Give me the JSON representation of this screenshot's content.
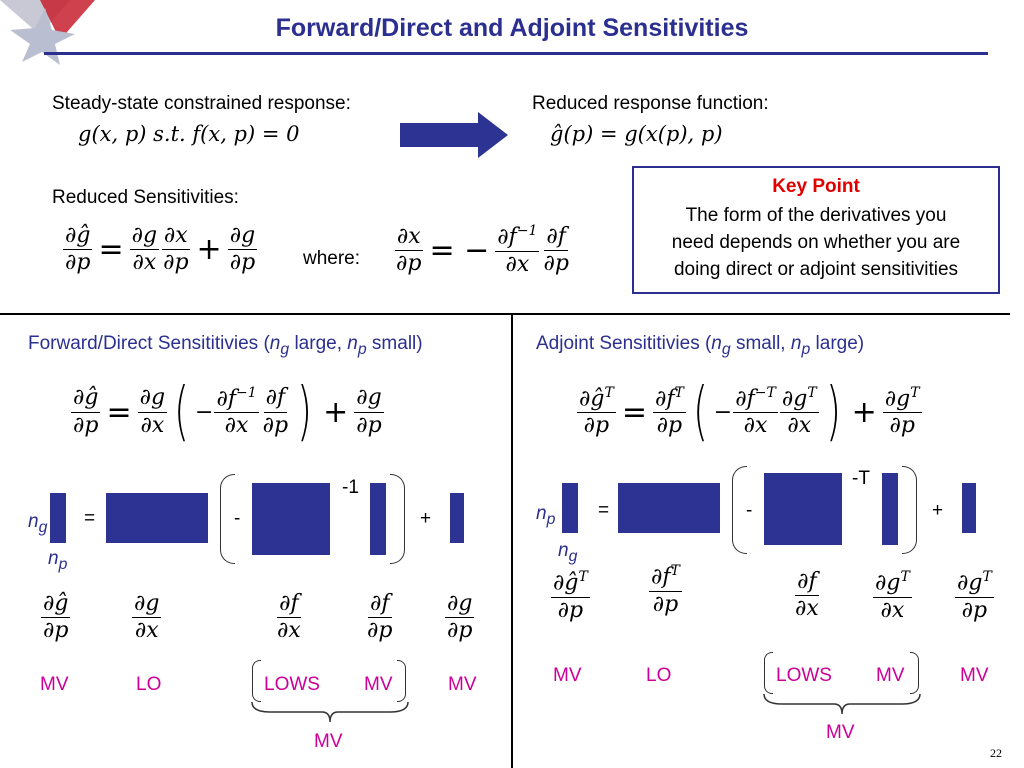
{
  "title": "Forward/Direct and Adjoint Sensitivities",
  "top": {
    "left_label": "Steady-state constrained response:",
    "left_formula": "g(x, p) s.t. f(x, p) = 0",
    "right_label": "Reduced response function:",
    "right_formula": "ĝ(p) = g(x(p), p)",
    "reduced_label": "Reduced Sensitivities:",
    "where_label": "where:"
  },
  "key_point": {
    "title": "Key Point",
    "lines": [
      "The form of the derivatives you",
      "need depends on whether you are",
      "doing direct or adjoint sensitivities"
    ]
  },
  "forward": {
    "heading_prefix": "Forward/Direct Sensititivies (",
    "ng": "n",
    "ng_sub": "g",
    "large": " large, ",
    "np": "n",
    "np_sub": "p",
    "small": " small)",
    "minus_one": "-1",
    "equals": "=",
    "minus": "-",
    "plus": "+",
    "labels": [
      "MV",
      "LO",
      "LOWS",
      "MV",
      "MV"
    ],
    "group_label": "MV"
  },
  "adjoint": {
    "heading_prefix": "Adjoint Sensititivies (",
    "ng": "n",
    "ng_sub": "g",
    "small": " small, ",
    "np": "n",
    "np_sub": "p",
    "large": " large)",
    "minus_T": "-T",
    "equals": "=",
    "minus": "-",
    "plus": "+",
    "labels": [
      "MV",
      "LO",
      "LOWS",
      "MV",
      "MV"
    ],
    "group_label": "MV"
  },
  "page_number": "22",
  "colors": {
    "accent": "#2b2f8f",
    "block": "#2d3392",
    "magenta": "#cc0099",
    "key_title": "#e00000"
  }
}
